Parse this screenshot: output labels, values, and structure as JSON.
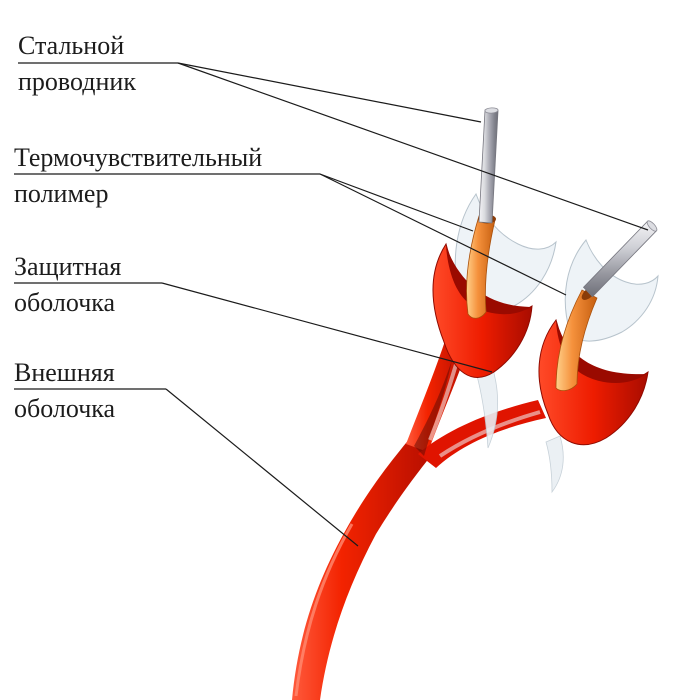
{
  "diagram": {
    "labels": [
      {
        "id": "steel-conductor",
        "line1": "Стальной",
        "line2": "проводник"
      },
      {
        "id": "thermo-polymer",
        "line1": "Термочувствительный",
        "line2": "полимер"
      },
      {
        "id": "protective-sheath",
        "line1": "Защитная",
        "line2": "оболочка"
      },
      {
        "id": "outer-sheath",
        "line1": "Внешняя",
        "line2": "оболочка"
      }
    ],
    "colors": {
      "outer_sheath_red": "#e01400",
      "sheath_dark_red": "#9a0a00",
      "polymer_orange": "#f08030",
      "polymer_collar": "#8a3c08",
      "protective_white": "#edf2f6",
      "conductor_silver": "#aaabb4",
      "leader_line": "#1b1b1b",
      "background": "#ffffff"
    }
  }
}
